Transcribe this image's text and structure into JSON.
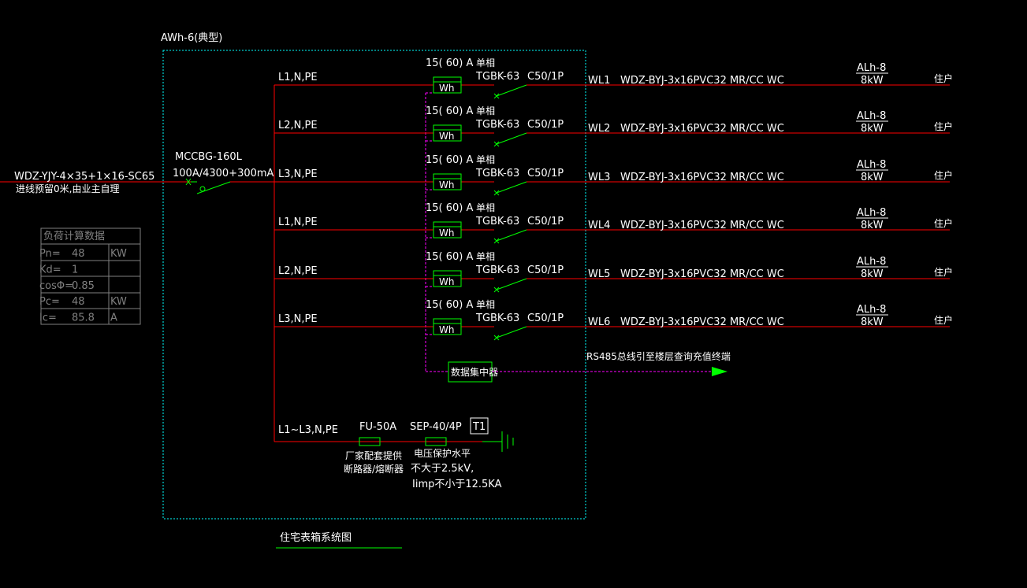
{
  "panel": {
    "title": "AWh-6(典型)",
    "drawing_title": "住宅表箱系统图"
  },
  "incoming": {
    "cable": "WDZ-YJY-4×35+1×16-SC65",
    "note": "进线预留0米,由业主自理",
    "breaker_model": "MCCBG-160L",
    "breaker_rating": "100A/4300+300mA"
  },
  "load_table": {
    "title": "负荷计算数据",
    "rows": [
      {
        "label": "Pn=",
        "value": "48",
        "unit": "KW"
      },
      {
        "label": "Kd=",
        "value": "1",
        "unit": ""
      },
      {
        "label": "cosΦ=",
        "value": "0.85",
        "unit": ""
      },
      {
        "label": "Pc=",
        "value": "48",
        "unit": "KW"
      },
      {
        "label": "Ic=",
        "value": "85.8",
        "unit": "A"
      }
    ]
  },
  "circuits": [
    {
      "phase": "L1,N,PE",
      "meter": "15( 60) A",
      "meter_type": "单相",
      "meter_label": "Wh",
      "breaker": "TGBK-63",
      "breaker_rating": "C50/1P",
      "id": "WL1",
      "cable": "WDZ-BYJ-3x16PVC32 MR/CC WC",
      "box": "ALh-8",
      "power": "8kW",
      "load": "住户"
    },
    {
      "phase": "L2,N,PE",
      "meter": "15( 60) A",
      "meter_type": "单相",
      "meter_label": "Wh",
      "breaker": "TGBK-63",
      "breaker_rating": "C50/1P",
      "id": "WL2",
      "cable": "WDZ-BYJ-3x16PVC32 MR/CC WC",
      "box": "ALh-8",
      "power": "8kW",
      "load": "住户"
    },
    {
      "phase": "L3,N,PE",
      "meter": "15( 60) A",
      "meter_type": "单相",
      "meter_label": "Wh",
      "breaker": "TGBK-63",
      "breaker_rating": "C50/1P",
      "id": "WL3",
      "cable": "WDZ-BYJ-3x16PVC32 MR/CC WC",
      "box": "ALh-8",
      "power": "8kW",
      "load": "住户"
    },
    {
      "phase": "L1,N,PE",
      "meter": "15( 60) A",
      "meter_type": "单相",
      "meter_label": "Wh",
      "breaker": "TGBK-63",
      "breaker_rating": "C50/1P",
      "id": "WL4",
      "cable": "WDZ-BYJ-3x16PVC32 MR/CC WC",
      "box": "ALh-8",
      "power": "8kW",
      "load": "住户"
    },
    {
      "phase": "L2,N,PE",
      "meter": "15( 60) A",
      "meter_type": "单相",
      "meter_label": "Wh",
      "breaker": "TGBK-63",
      "breaker_rating": "C50/1P",
      "id": "WL5",
      "cable": "WDZ-BYJ-3x16PVC32 MR/CC WC",
      "box": "ALh-8",
      "power": "8kW",
      "load": "住户"
    },
    {
      "phase": "L3,N,PE",
      "meter": "15( 60) A",
      "meter_type": "单相",
      "meter_label": "Wh",
      "breaker": "TGBK-63",
      "breaker_rating": "C50/1P",
      "id": "WL6",
      "cable": "WDZ-BYJ-3x16PVC32 MR/CC WC",
      "box": "ALh-8",
      "power": "8kW",
      "load": "住户"
    }
  ],
  "data_concentrator": {
    "label": "数据集中器",
    "rs485_note": "RS485总线引至楼层查询充值终端"
  },
  "spd_branch": {
    "phase": "L1~L3,N,PE",
    "fuse": "FU-50A",
    "fuse_note_1": "厂家配套提供",
    "fuse_note_2": "断路器/熔断器",
    "spd": "SEP-40/4P",
    "spd_class": "T1",
    "spd_note_1": "电压保护水平",
    "spd_note_2": "不大于2.5kV,",
    "spd_note_3": "Iimp不小于12.5KA"
  },
  "colors": {
    "background": "#000000",
    "feeder_line": "#ff0000",
    "device": "#00ff00",
    "enclosure": "#00ffff",
    "bus_rs485": "#ff00ff",
    "text": "#ffffff",
    "table": "#808080"
  }
}
